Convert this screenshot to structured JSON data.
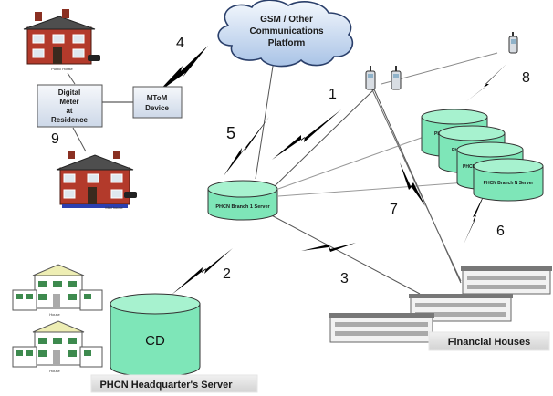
{
  "diagram": {
    "cloud_label": [
      "GSM / Other",
      "Communications",
      "Platform"
    ],
    "mtom_label": [
      "MToM",
      "Device"
    ],
    "meter_label": [
      "Digital",
      "Meter",
      "at",
      "Residence"
    ],
    "house_top_caption": "Public House",
    "house_mid_caption": "Mini house",
    "branch1_label": "PHCN Branch  1 Server",
    "branch_stack_labels": [
      "PHCN",
      "PHCN",
      "PHCN",
      "PHCN Branch N Server"
    ],
    "cd_label": "CD",
    "hq_label": "PHCN Headquarter's  Server",
    "financial_label": "Financial Houses",
    "hq_house_captions": [
      "House",
      "House"
    ],
    "numbers": {
      "n1": "1",
      "n2": "2",
      "n3": "3",
      "n4": "4",
      "n5": "5",
      "n6": "6",
      "n7": "7",
      "n8": "8",
      "n9": "9"
    }
  }
}
